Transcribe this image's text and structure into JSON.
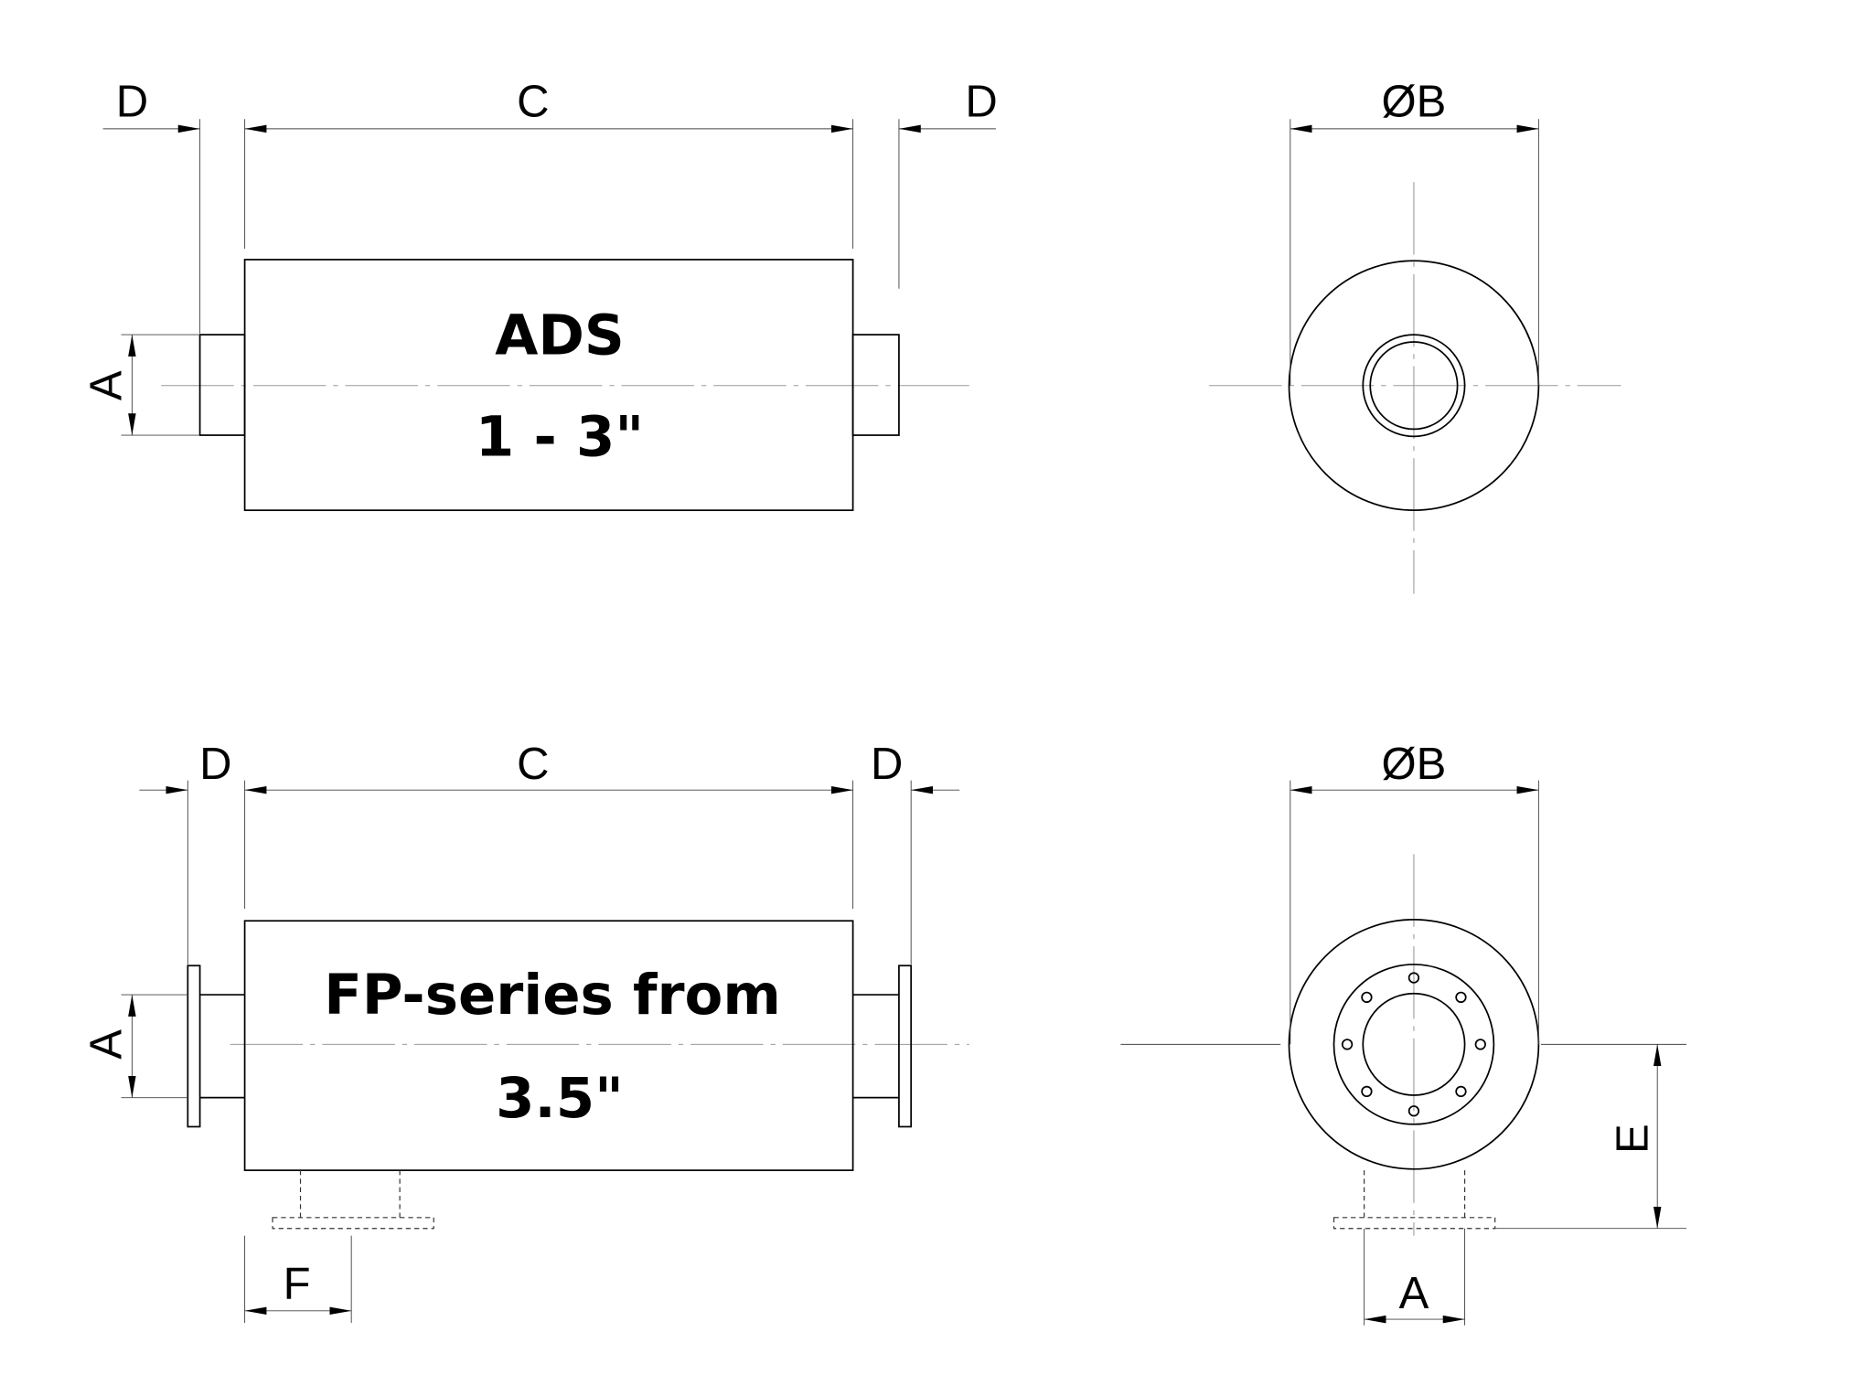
{
  "top": {
    "title": "ADS",
    "subtitle": "1 - 3\"",
    "dims": {
      "d_left": "D",
      "c": "C",
      "d_right": "D",
      "a": "A",
      "b": "ØB"
    }
  },
  "bottom": {
    "title": "FP-series from",
    "subtitle": "3.5\"",
    "dims": {
      "d_left": "D",
      "c": "C",
      "d_right": "D",
      "a": "A",
      "b": "ØB",
      "e": "E",
      "f": "F",
      "a2": "A"
    }
  }
}
